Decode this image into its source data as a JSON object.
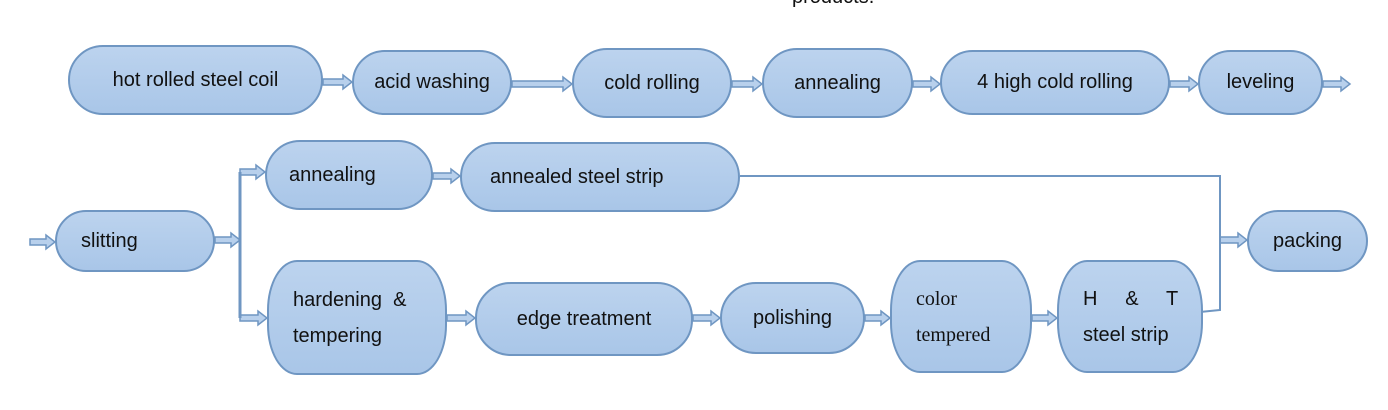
{
  "header_fragment": "products.",
  "row1": [
    "hot rolled steel coil",
    "acid washing",
    "cold rolling",
    "annealing",
    "4 high cold rolling",
    "leveling"
  ],
  "row2": {
    "slitting": "slitting",
    "annealing": "annealing",
    "annealed_strip": "annealed steel strip",
    "packing": "packing"
  },
  "row3": {
    "hardening_l1": "hardening  &",
    "hardening_l2": "tempering",
    "edge": "edge treatment",
    "polishing": "polishing",
    "color_l1": "color",
    "color_l2": "tempered",
    "ht_l1": "H     &     T",
    "ht_l2": "steel strip"
  },
  "colors": {
    "fill": "#b4cdeb",
    "border": "#6f96c2"
  }
}
